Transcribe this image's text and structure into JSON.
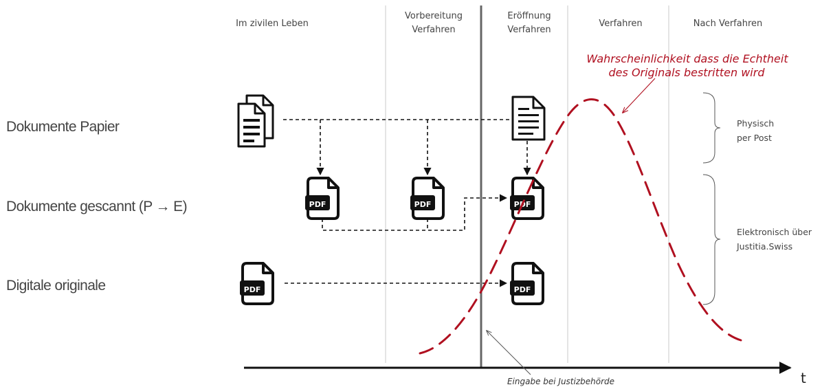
{
  "phases": [
    {
      "lines": [
        "Im zivilen Leben"
      ]
    },
    {
      "lines": [
        "Vorbereitung",
        "Verfahren"
      ]
    },
    {
      "lines": [
        "Eröffnung",
        "Verfahren"
      ]
    },
    {
      "lines": [
        "Verfahren"
      ]
    },
    {
      "lines": [
        "Nach Verfahren"
      ]
    }
  ],
  "rows": {
    "paper": "Dokumente Papier",
    "scanned": "Dokumente gescannt (P → E)",
    "digital": "Digitale originale"
  },
  "curve_annotation": {
    "line1": "Wahrscheinlichkeit dass die Echtheit",
    "line2": "des Originals bestritten wird"
  },
  "braces": {
    "physical": {
      "line1": "Physisch",
      "line2": "per Post"
    },
    "electronic": {
      "line1": "Elektronisch über",
      "line2": "Justitia.Swiss"
    }
  },
  "axis": {
    "label": "t",
    "submission": "Eingabe bei Justizbehörde"
  },
  "icons": {
    "pdf_text": "PDF",
    "names": [
      "documents-stack-icon",
      "document-text-icon",
      "pdf-file-icon"
    ]
  },
  "colors": {
    "curve": "#b01020",
    "line": "#111111",
    "text": "#444444",
    "divider": "#c8c8c8",
    "submission_line": "#666666"
  }
}
